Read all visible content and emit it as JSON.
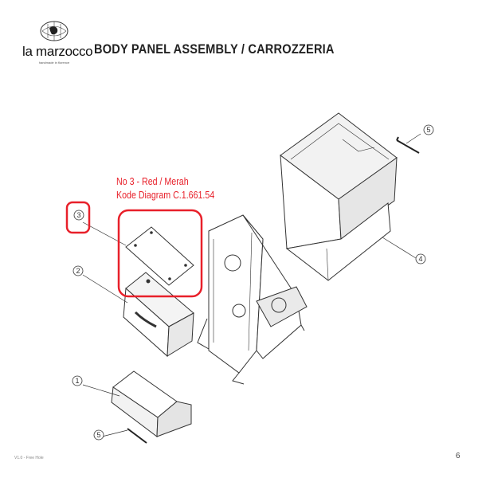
{
  "brand": {
    "name": "la marzocco",
    "tagline": "handmade in florence"
  },
  "title": "BODY PANEL ASSEMBLY / CARROZZERIA",
  "note": {
    "line1": "No 3 - Red / Merah",
    "line2": "Kode Diagram C.1.661.54",
    "color": "#e8202a"
  },
  "callouts": [
    "1",
    "2",
    "3",
    "4",
    "5",
    "5"
  ],
  "footer": {
    "left_text": "V1.0 - Free Hole",
    "page_number": "6"
  },
  "colors": {
    "line": "#333333",
    "panel_shade": "#d9d9d9",
    "highlight": "#e8202a"
  }
}
